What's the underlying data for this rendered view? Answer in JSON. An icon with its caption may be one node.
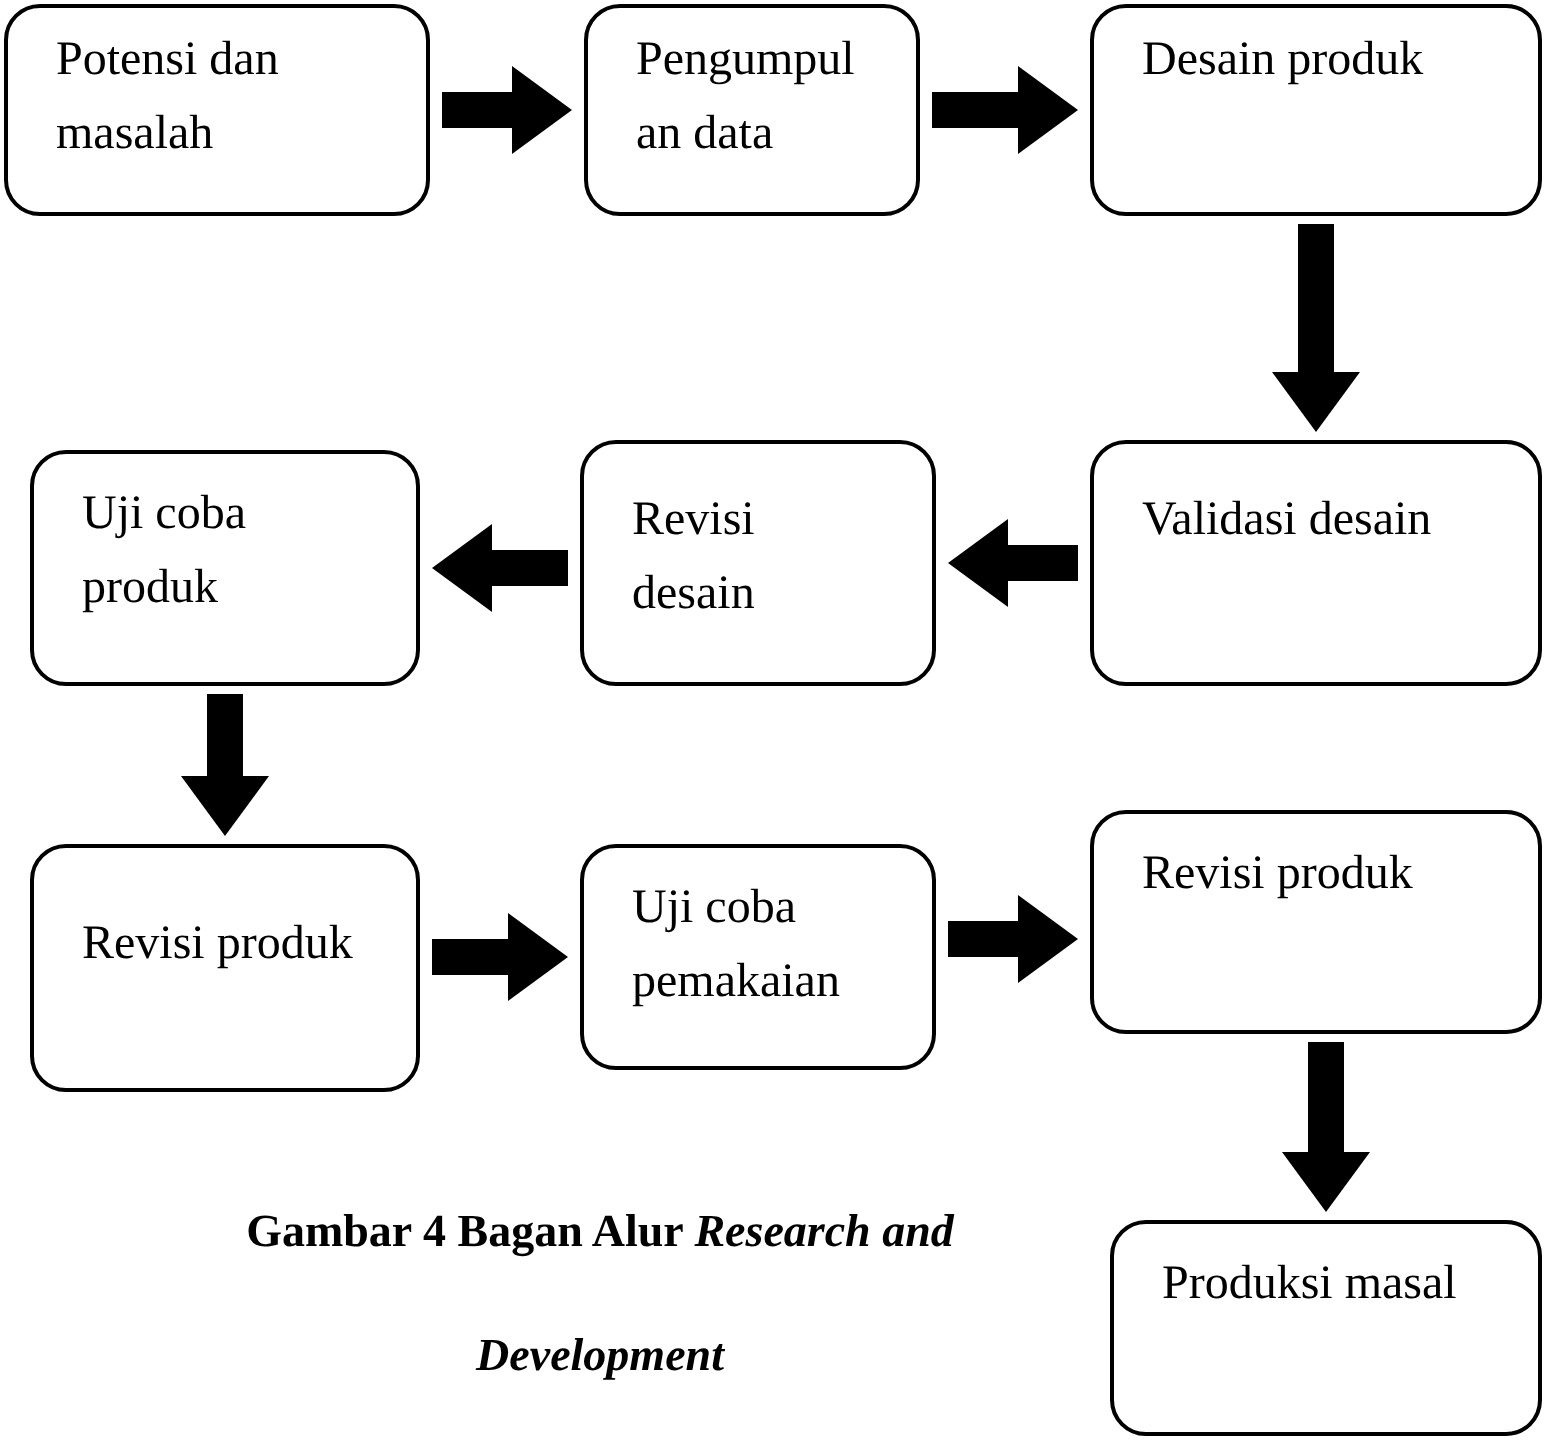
{
  "diagram": {
    "caption": "Gambar 4 Bagan Alur *Research and Development*",
    "nodes": [
      {
        "text": [
          "Potensi dan masalah"
        ]
      },
      {
        "text": [
          "Pengumpul an data"
        ]
      },
      {
        "text": [
          "Desain produk"
        ]
      },
      {
        "text": [
          "Validasi desain"
        ]
      },
      {
        "text": [
          "Revisi desain"
        ]
      },
      {
        "text": [
          "Uji coba produk"
        ]
      },
      {
        "text": [
          "Revisi produk"
        ]
      },
      {
        "text": [
          "Uji coba pemakaian"
        ]
      },
      {
        "text": [
          "Revisi produk"
        ]
      },
      {
        "text": [
          "Produksi masal"
        ]
      }
    ],
    "edges": [
      {
        "from": 0,
        "to": 1,
        "arrow": "to"
      },
      {
        "from": 1,
        "to": 2,
        "arrow": "to"
      },
      {
        "from": 2,
        "to": 3,
        "arrow": "to"
      },
      {
        "from": 3,
        "to": 4,
        "arrow": "to"
      },
      {
        "from": 4,
        "to": 5,
        "arrow": "to"
      },
      {
        "from": 5,
        "to": 6,
        "arrow": "to"
      },
      {
        "from": 6,
        "to": 7,
        "arrow": "to"
      },
      {
        "from": 7,
        "to": 8,
        "arrow": "to"
      },
      {
        "from": 8,
        "to": 9,
        "arrow": "to"
      }
    ]
  }
}
